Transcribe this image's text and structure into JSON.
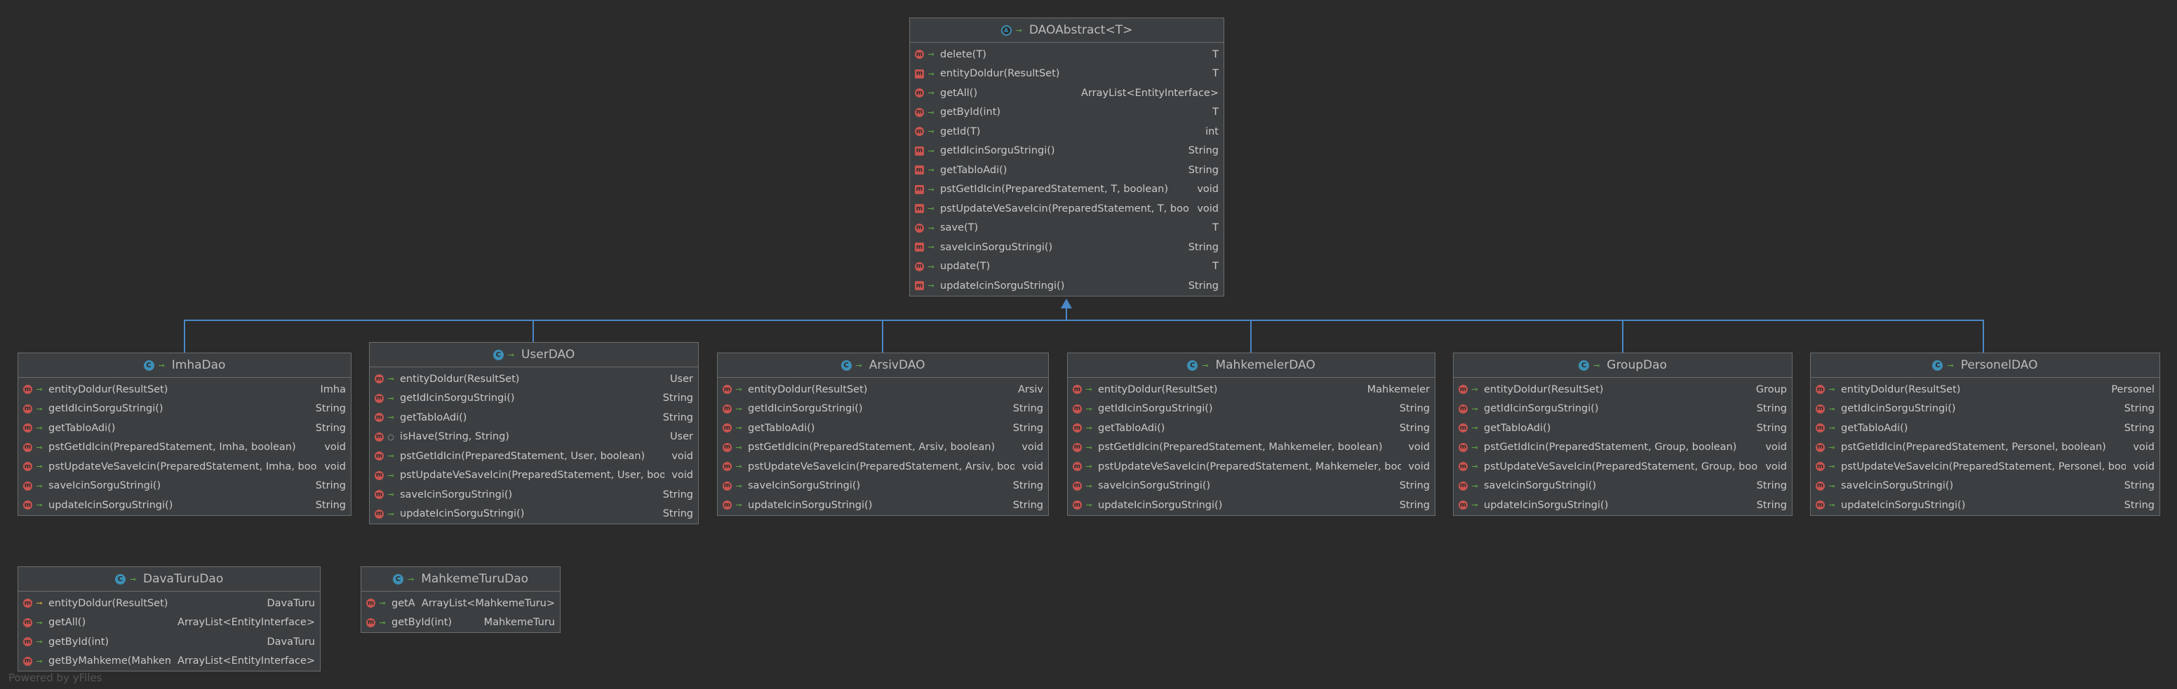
{
  "diagram": {
    "watermark": "Powered by yFiles",
    "accent": "#4a88c7",
    "classes": [
      {
        "id": "dao-abstract",
        "name": "DAOAbstract<T>",
        "kind": "abstract",
        "members": [
          {
            "name": "delete(T)",
            "ret": "T",
            "abs": false,
            "vis": "public"
          },
          {
            "name": "entityDoldur(ResultSet)",
            "ret": "T",
            "abs": true,
            "vis": "public"
          },
          {
            "name": "getAll()",
            "ret": "ArrayList<EntityInterface>",
            "abs": false,
            "vis": "public"
          },
          {
            "name": "getById(int)",
            "ret": "T",
            "abs": false,
            "vis": "public"
          },
          {
            "name": "getId(T)",
            "ret": "int",
            "abs": false,
            "vis": "public"
          },
          {
            "name": "getIdIcinSorguStringi()",
            "ret": "String",
            "abs": true,
            "vis": "public"
          },
          {
            "name": "getTabloAdi()",
            "ret": "String",
            "abs": true,
            "vis": "public"
          },
          {
            "name": "pstGetIdIcin(PreparedStatement, T, boolean)",
            "ret": "void",
            "abs": true,
            "vis": "public"
          },
          {
            "name": "pstUpdateVeSaveIcin(PreparedStatement, T, boolean)",
            "ret": "void",
            "abs": true,
            "vis": "public"
          },
          {
            "name": "save(T)",
            "ret": "T",
            "abs": false,
            "vis": "public"
          },
          {
            "name": "saveIcinSorguStringi()",
            "ret": "String",
            "abs": true,
            "vis": "public"
          },
          {
            "name": "update(T)",
            "ret": "T",
            "abs": false,
            "vis": "public"
          },
          {
            "name": "updateIcinSorguStringi()",
            "ret": "String",
            "abs": true,
            "vis": "public"
          }
        ]
      },
      {
        "id": "imha-dao",
        "name": "ImhaDao",
        "kind": "class",
        "members": [
          {
            "name": "entityDoldur(ResultSet)",
            "ret": "Imha",
            "abs": false,
            "vis": "public"
          },
          {
            "name": "getIdIcinSorguStringi()",
            "ret": "String",
            "abs": false,
            "vis": "public"
          },
          {
            "name": "getTabloAdi()",
            "ret": "String",
            "abs": false,
            "vis": "public"
          },
          {
            "name": "pstGetIdIcin(PreparedStatement, Imha, boolean)",
            "ret": "void",
            "abs": false,
            "vis": "public"
          },
          {
            "name": "pstUpdateVeSaveIcin(PreparedStatement, Imha, boolean)",
            "ret": "void",
            "abs": false,
            "vis": "public"
          },
          {
            "name": "saveIcinSorguStringi()",
            "ret": "String",
            "abs": false,
            "vis": "public"
          },
          {
            "name": "updateIcinSorguStringi()",
            "ret": "String",
            "abs": false,
            "vis": "public"
          }
        ]
      },
      {
        "id": "user-dao",
        "name": "UserDAO",
        "kind": "class",
        "members": [
          {
            "name": "entityDoldur(ResultSet)",
            "ret": "User",
            "abs": false,
            "vis": "public"
          },
          {
            "name": "getIdIcinSorguStringi()",
            "ret": "String",
            "abs": false,
            "vis": "public"
          },
          {
            "name": "getTabloAdi()",
            "ret": "String",
            "abs": false,
            "vis": "public"
          },
          {
            "name": "isHave(String, String)",
            "ret": "User",
            "abs": false,
            "vis": "package"
          },
          {
            "name": "pstGetIdIcin(PreparedStatement, User, boolean)",
            "ret": "void",
            "abs": false,
            "vis": "public"
          },
          {
            "name": "pstUpdateVeSaveIcin(PreparedStatement, User, boolean)",
            "ret": "void",
            "abs": false,
            "vis": "public"
          },
          {
            "name": "saveIcinSorguStringi()",
            "ret": "String",
            "abs": false,
            "vis": "public"
          },
          {
            "name": "updateIcinSorguStringi()",
            "ret": "String",
            "abs": false,
            "vis": "public"
          }
        ]
      },
      {
        "id": "arsiv-dao",
        "name": "ArsivDAO",
        "kind": "class",
        "members": [
          {
            "name": "entityDoldur(ResultSet)",
            "ret": "Arsiv",
            "abs": false,
            "vis": "public"
          },
          {
            "name": "getIdIcinSorguStringi()",
            "ret": "String",
            "abs": false,
            "vis": "public"
          },
          {
            "name": "getTabloAdi()",
            "ret": "String",
            "abs": false,
            "vis": "public"
          },
          {
            "name": "pstGetIdIcin(PreparedStatement, Arsiv, boolean)",
            "ret": "void",
            "abs": false,
            "vis": "public"
          },
          {
            "name": "pstUpdateVeSaveIcin(PreparedStatement, Arsiv, boolean)",
            "ret": "void",
            "abs": false,
            "vis": "public"
          },
          {
            "name": "saveIcinSorguStringi()",
            "ret": "String",
            "abs": false,
            "vis": "public"
          },
          {
            "name": "updateIcinSorguStringi()",
            "ret": "String",
            "abs": false,
            "vis": "public"
          }
        ]
      },
      {
        "id": "mahkemeler-dao",
        "name": "MahkemelerDAO",
        "kind": "class",
        "members": [
          {
            "name": "entityDoldur(ResultSet)",
            "ret": "Mahkemeler",
            "abs": false,
            "vis": "public"
          },
          {
            "name": "getIdIcinSorguStringi()",
            "ret": "String",
            "abs": false,
            "vis": "public"
          },
          {
            "name": "getTabloAdi()",
            "ret": "String",
            "abs": false,
            "vis": "public"
          },
          {
            "name": "pstGetIdIcin(PreparedStatement, Mahkemeler, boolean)",
            "ret": "void",
            "abs": false,
            "vis": "public"
          },
          {
            "name": "pstUpdateVeSaveIcin(PreparedStatement, Mahkemeler, boolean)",
            "ret": "void",
            "abs": false,
            "vis": "public"
          },
          {
            "name": "saveIcinSorguStringi()",
            "ret": "String",
            "abs": false,
            "vis": "public"
          },
          {
            "name": "updateIcinSorguStringi()",
            "ret": "String",
            "abs": false,
            "vis": "public"
          }
        ]
      },
      {
        "id": "group-dao",
        "name": "GroupDao",
        "kind": "class",
        "members": [
          {
            "name": "entityDoldur(ResultSet)",
            "ret": "Group",
            "abs": false,
            "vis": "public"
          },
          {
            "name": "getIdIcinSorguStringi()",
            "ret": "String",
            "abs": false,
            "vis": "public"
          },
          {
            "name": "getTabloAdi()",
            "ret": "String",
            "abs": false,
            "vis": "public"
          },
          {
            "name": "pstGetIdIcin(PreparedStatement, Group, boolean)",
            "ret": "void",
            "abs": false,
            "vis": "public"
          },
          {
            "name": "pstUpdateVeSaveIcin(PreparedStatement, Group, boolean)",
            "ret": "void",
            "abs": false,
            "vis": "public"
          },
          {
            "name": "saveIcinSorguStringi()",
            "ret": "String",
            "abs": false,
            "vis": "public"
          },
          {
            "name": "updateIcinSorguStringi()",
            "ret": "String",
            "abs": false,
            "vis": "public"
          }
        ]
      },
      {
        "id": "personel-dao",
        "name": "PersonelDAO",
        "kind": "class",
        "members": [
          {
            "name": "entityDoldur(ResultSet)",
            "ret": "Personel",
            "abs": false,
            "vis": "public"
          },
          {
            "name": "getIdIcinSorguStringi()",
            "ret": "String",
            "abs": false,
            "vis": "public"
          },
          {
            "name": "getTabloAdi()",
            "ret": "String",
            "abs": false,
            "vis": "public"
          },
          {
            "name": "pstGetIdIcin(PreparedStatement, Personel, boolean)",
            "ret": "void",
            "abs": false,
            "vis": "public"
          },
          {
            "name": "pstUpdateVeSaveIcin(PreparedStatement, Personel, boolean)",
            "ret": "void",
            "abs": false,
            "vis": "public"
          },
          {
            "name": "saveIcinSorguStringi()",
            "ret": "String",
            "abs": false,
            "vis": "public"
          },
          {
            "name": "updateIcinSorguStringi()",
            "ret": "String",
            "abs": false,
            "vis": "public"
          }
        ]
      },
      {
        "id": "dava-turu-dao",
        "name": "DavaTuruDao",
        "kind": "class",
        "members": [
          {
            "name": "entityDoldur(ResultSet)",
            "ret": "DavaTuru",
            "abs": false,
            "vis": "protected"
          },
          {
            "name": "getAll()",
            "ret": "ArrayList<EntityInterface>",
            "abs": false,
            "vis": "public"
          },
          {
            "name": "getById(int)",
            "ret": "DavaTuru",
            "abs": false,
            "vis": "public"
          },
          {
            "name": "getByMahkeme(Mahkemeler)",
            "ret": "ArrayList<EntityInterface>",
            "abs": false,
            "vis": "public"
          }
        ]
      },
      {
        "id": "mahkeme-turu-dao",
        "name": "MahkemeTuruDao",
        "kind": "class",
        "members": [
          {
            "name": "getAll()",
            "ret": "ArrayList<MahkemeTuru>",
            "abs": false,
            "vis": "public"
          },
          {
            "name": "getById(int)",
            "ret": "MahkemeTuru",
            "abs": false,
            "vis": "public"
          }
        ]
      }
    ]
  }
}
